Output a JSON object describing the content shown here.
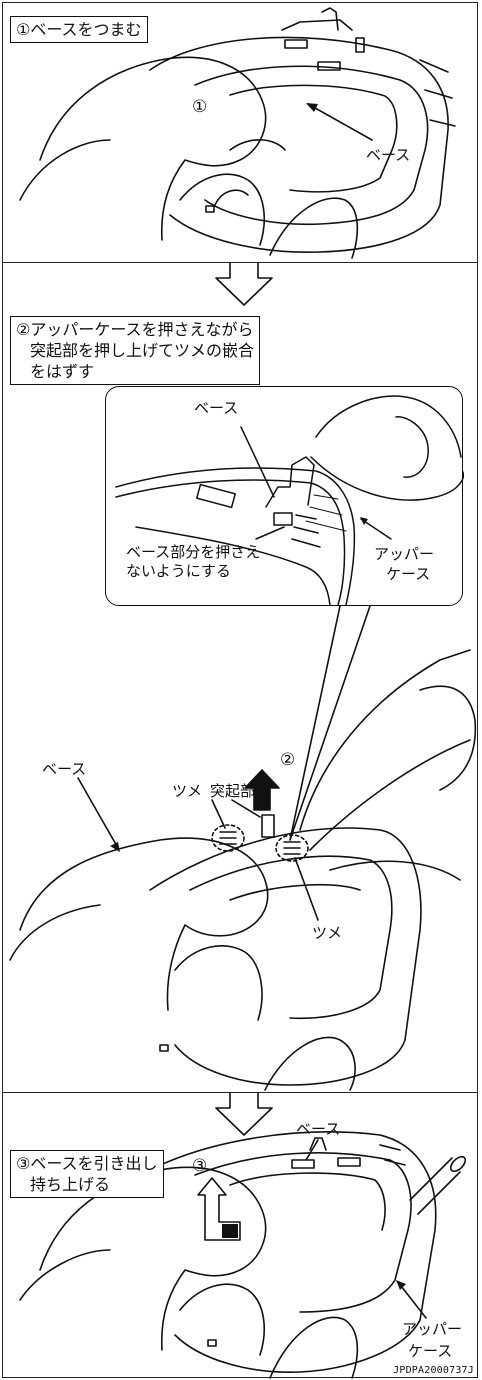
{
  "steps": {
    "step1": "①ベースをつまむ",
    "step2_line1": "②アッパーケースを押さえながら",
    "step2_line2": "突起部を押し上げてツメの嵌合",
    "step2_line3": "をはずす",
    "step3_line1": "③ベースを引き出し",
    "step3_line2": "持ち上げる"
  },
  "labels": {
    "circle1": "①",
    "base_1": "ベース",
    "base_inset": "ベース",
    "note_line1": "ベース部分を押さえ",
    "note_line2": "ないようにする",
    "upper_inset_line1": "アッパー",
    "upper_inset_line2": "ケース",
    "circle2": "②",
    "tsume_left": "ツメ",
    "protrusion": "突起部",
    "base_2": "ベース",
    "tsume_right": "ツメ",
    "circle3": "③",
    "base_3": "ベース",
    "upper_3_line1": "アッパー",
    "upper_3_line2": "ケース"
  },
  "doc_code": "JPDPA2000737J"
}
